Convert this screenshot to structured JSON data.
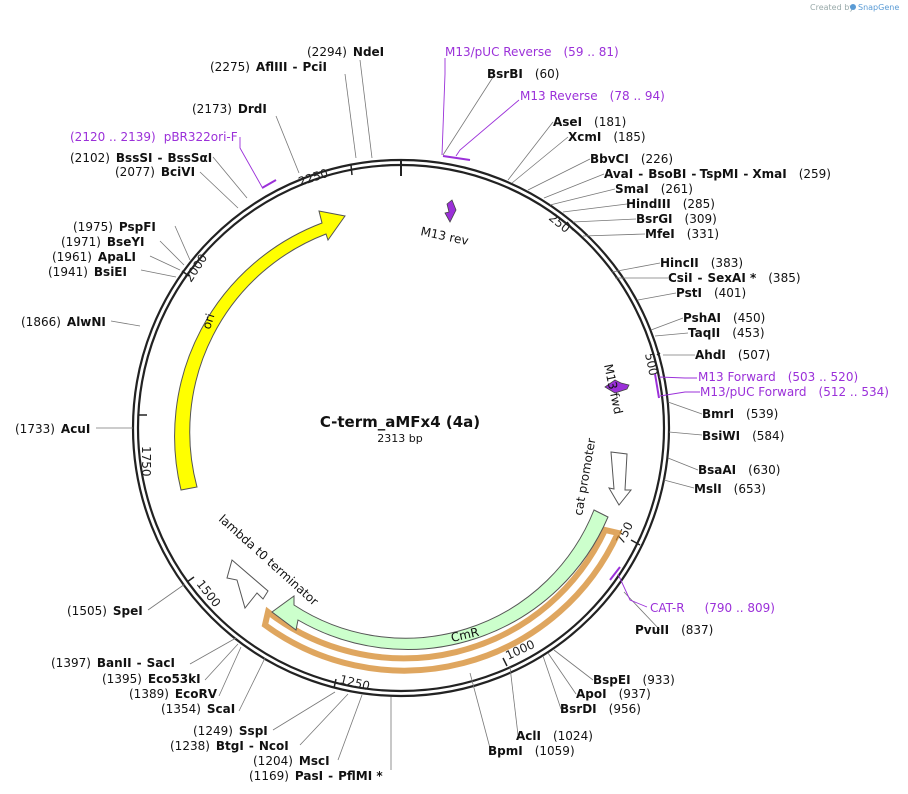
{
  "credit": {
    "prefix": "Created by",
    "brand": "SnapGene"
  },
  "title": {
    "name": "C-term_aMFx4 (4a)",
    "size": "2313 bp"
  },
  "tick_labels": [
    "250",
    "500",
    "750",
    "1000",
    "1250",
    "1500",
    "1750",
    "2000",
    "2250"
  ],
  "features": {
    "m13rev": "M13 rev",
    "m13fwd": "M13 fwd",
    "ori": "ori",
    "cat_promoter": "cat promoter",
    "cmr": "CmR",
    "lambda_t0": "lambda t0 terminator"
  },
  "colors": {
    "primer": "#9b30d9",
    "ori": "#ffff00",
    "cmr": "#ccffcc",
    "orf": "#e8a33c",
    "feature_arrow": "#9b30d9"
  },
  "sites": [
    {
      "pos": "(2294)",
      "name": "NdeI"
    },
    {
      "pos": "(2275)",
      "name": "AflIII",
      "name2": "PciI"
    },
    {
      "pos": "(2173)",
      "name": "DrdI"
    },
    {
      "pos": "(2102)",
      "name": "BssSI",
      "name2": "BssSαI"
    },
    {
      "pos": "(2077)",
      "name": "BciVI"
    },
    {
      "pos": "(1975)",
      "name": "PspFI"
    },
    {
      "pos": "(1971)",
      "name": "BseYI"
    },
    {
      "pos": "(1961)",
      "name": "ApaLI"
    },
    {
      "pos": "(1941)",
      "name": "BsiEI"
    },
    {
      "pos": "(1866)",
      "name": "AlwNI"
    },
    {
      "pos": "(1733)",
      "name": "AcuI"
    },
    {
      "pos": "(1505)",
      "name": "SpeI"
    },
    {
      "pos": "(1397)",
      "name": "BanII",
      "name2": "SacI"
    },
    {
      "pos": "(1395)",
      "name": "Eco53kI"
    },
    {
      "pos": "(1389)",
      "name": "EcoRV"
    },
    {
      "pos": "(1354)",
      "name": "ScaI"
    },
    {
      "pos": "(1249)",
      "name": "SspI"
    },
    {
      "pos": "(1238)",
      "name": "BtgI",
      "name2": "NcoI"
    },
    {
      "pos": "(1204)",
      "name": "MscI"
    },
    {
      "pos": "(1169)",
      "name": "PasI",
      "name2": "PflMI *"
    },
    {
      "pos": "(60)",
      "name": "BsrBI"
    },
    {
      "pos": "(181)",
      "name": "AseI"
    },
    {
      "pos": "(185)",
      "name": "XcmI"
    },
    {
      "pos": "(226)",
      "name": "BbvCI"
    },
    {
      "pos": "(259)",
      "name": "AvaI",
      "name2": "BsoBI",
      "name3": "TspMI",
      "name4": "XmaI"
    },
    {
      "pos": "(261)",
      "name": "SmaI"
    },
    {
      "pos": "(285)",
      "name": "HindIII"
    },
    {
      "pos": "(309)",
      "name": "BsrGI"
    },
    {
      "pos": "(331)",
      "name": "MfeI"
    },
    {
      "pos": "(383)",
      "name": "HincII"
    },
    {
      "pos": "(385)",
      "name": "CsiI",
      "name2": "SexAI *"
    },
    {
      "pos": "(401)",
      "name": "PstI"
    },
    {
      "pos": "(450)",
      "name": "PshAI"
    },
    {
      "pos": "(453)",
      "name": "TaqII"
    },
    {
      "pos": "(507)",
      "name": "AhdI"
    },
    {
      "pos": "(539)",
      "name": "BmrI"
    },
    {
      "pos": "(584)",
      "name": "BsiWI"
    },
    {
      "pos": "(630)",
      "name": "BsaAI"
    },
    {
      "pos": "(653)",
      "name": "MslI"
    },
    {
      "pos": "(837)",
      "name": "PvuII"
    },
    {
      "pos": "(933)",
      "name": "BspEI"
    },
    {
      "pos": "(937)",
      "name": "ApoI"
    },
    {
      "pos": "(956)",
      "name": "BsrDI"
    },
    {
      "pos": "(1024)",
      "name": "AclI"
    },
    {
      "pos": "(1059)",
      "name": "BpmI"
    }
  ],
  "primers": [
    {
      "name": "M13/pUC Reverse",
      "range": "(59 .. 81)"
    },
    {
      "name": "M13 Reverse",
      "range": "(78 .. 94)"
    },
    {
      "name": "pBR322ori-F",
      "range": "(2120 .. 2139)"
    },
    {
      "name": "M13 Forward",
      "range": "(503 .. 520)"
    },
    {
      "name": "M13/pUC Forward",
      "range": "(512 .. 534)"
    },
    {
      "name": "CAT-R",
      "range": "(790 .. 809)"
    }
  ]
}
